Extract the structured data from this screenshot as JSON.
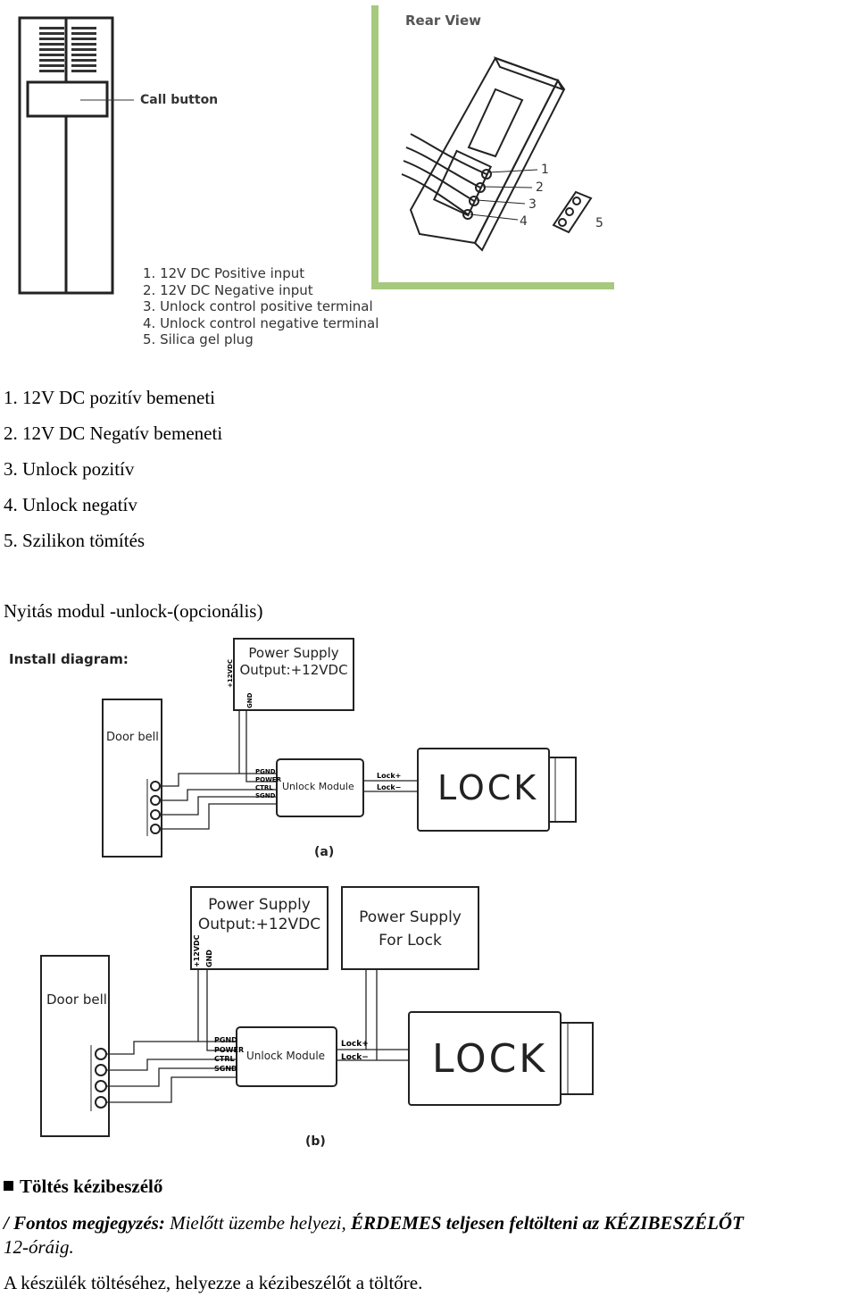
{
  "top_figure": {
    "call_button_label": "Call button",
    "rear_view_title": "Rear View",
    "callouts": [
      "1",
      "2",
      "3",
      "4",
      "5"
    ],
    "legend": [
      "1. 12V DC Positive input",
      "2. 12V DC Negative input",
      "3. Unlock control positive terminal",
      "4. Unlock control negative terminal",
      "5. Silica gel plug"
    ],
    "frame_color": "#a6c97e"
  },
  "hungarian_list": [
    "1. 12V DC pozitív bemeneti",
    "2. 12V DC Negatív bemeneti",
    "3. Unlock pozitív",
    "4. Unlock negatív",
    "5. Szilikon tömítés"
  ],
  "unlock_heading": "Nyitás modul -unlock-(opcionális)",
  "install_diagram": {
    "title": "Install diagram:",
    "power_supply_line1": "Power Supply",
    "power_supply_line2": "Output:+12VDC",
    "power_lock_line1": "Power Supply",
    "power_lock_line2": "For Lock",
    "door_bell": "Door bell",
    "unlock_module": "Unlock Module",
    "lock": "LOCK",
    "pins": [
      "PGND",
      "POWER",
      "CTRL",
      "SGND"
    ],
    "lock_plus": "Lock+",
    "lock_minus": "Lock−",
    "vdc_label": "+12VDC",
    "gnd_label": "GND",
    "caption_a": "(a)",
    "caption_b": "(b)"
  },
  "charging": {
    "heading": "Töltés kézibeszélő",
    "note_label": "/ Fontos megjegyzés:",
    "note_text_1": " Mielőtt üzembe helyezi, ",
    "note_emph": "ÉRDEMES teljesen feltölteni az KÉZIBESZÉLŐT",
    "note_text_2": "12-óráig.",
    "instruction": "A készülék töltéséhez, helyezze a kézibeszélőt a töltőre."
  }
}
